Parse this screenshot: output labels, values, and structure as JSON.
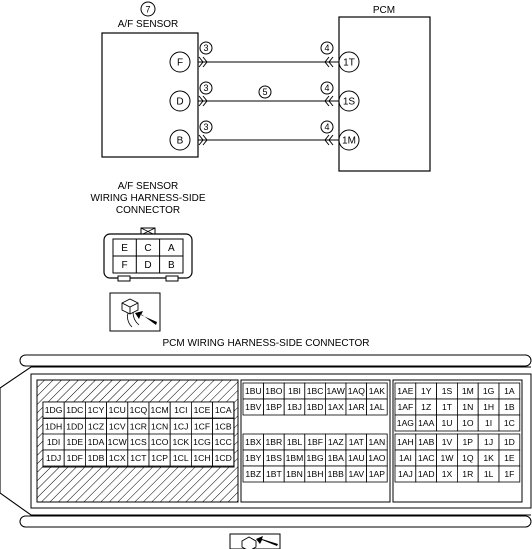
{
  "af_sensor": {
    "number": "7",
    "title": "A/F SENSOR",
    "pins": [
      "F",
      "D",
      "B"
    ],
    "harness_label": [
      "A/F SENSOR",
      "WIRING HARNESS-SIDE",
      "CONNECTOR"
    ],
    "connector_pins": [
      [
        "E",
        "C",
        "A"
      ],
      [
        "F",
        "D",
        "B"
      ]
    ]
  },
  "pcm": {
    "title": "PCM",
    "pins": [
      "1T",
      "1S",
      "1M"
    ]
  },
  "wire_callouts": {
    "left": "3",
    "right": "4",
    "middle": "5"
  },
  "pcm_connector": {
    "title": "PCM WIRING HARNESS-SIDE CONNECTOR",
    "left_block": [
      [
        "1DG",
        "1DC",
        "1CY",
        "1CU",
        "1CQ",
        "1CM",
        "1CI",
        "1CE",
        "1CA"
      ],
      [
        "1DH",
        "1DD",
        "1CZ",
        "1CV",
        "1CR",
        "1CN",
        "1CJ",
        "1CF",
        "1CB"
      ],
      [
        "1DI",
        "1DE",
        "1DA",
        "1CW",
        "1CS",
        "1CO",
        "1CK",
        "1CG",
        "1CC"
      ],
      [
        "1DJ",
        "1DF",
        "1DB",
        "1CX",
        "1CT",
        "1CP",
        "1CL",
        "1CH",
        "1CD"
      ]
    ],
    "middle_block": [
      [
        "1BU",
        "1BO",
        "1BI",
        "1BC",
        "1AW",
        "1AQ",
        "1AK"
      ],
      [
        "1BV",
        "1BP",
        "1BJ",
        "1BD",
        "1AX",
        "1AR",
        "1AL"
      ],
      [
        "1BX",
        "1BR",
        "1BL",
        "1BF",
        "1AZ",
        "1AT",
        "1AN"
      ],
      [
        "1BY",
        "1BS",
        "1BM",
        "1BG",
        "1BA",
        "1AU",
        "1AO"
      ],
      [
        "1BZ",
        "1BT",
        "1BN",
        "1BH",
        "1BB",
        "1AV",
        "1AP"
      ]
    ],
    "right_block": [
      [
        "1AE",
        "1Y",
        "1S",
        "1M",
        "1G",
        "1A"
      ],
      [
        "1AF",
        "1Z",
        "1T",
        "1N",
        "1H",
        "1B"
      ],
      [
        "1AG",
        "1AA",
        "1U",
        "1O",
        "1I",
        "1C"
      ],
      [
        "1AH",
        "1AB",
        "1V",
        "1P",
        "1J",
        "1D"
      ],
      [
        "1AI",
        "1AC",
        "1W",
        "1Q",
        "1K",
        "1E"
      ],
      [
        "1AJ",
        "1AD",
        "1X",
        "1R",
        "1L",
        "1F"
      ]
    ]
  }
}
